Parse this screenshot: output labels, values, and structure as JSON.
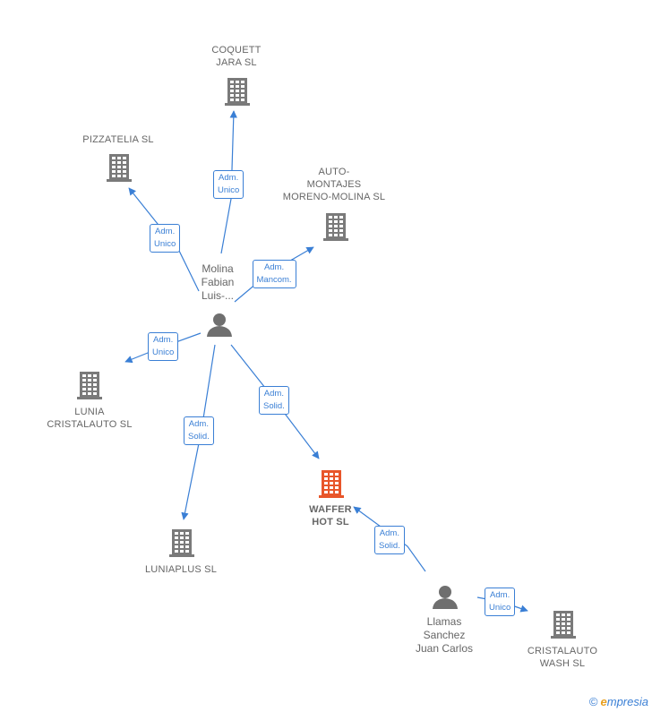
{
  "colors": {
    "edge": "#3a7fd5",
    "company": "#7a7a7a",
    "focus_company": "#e8562a",
    "person": "#6f6f6f",
    "text": "#666666"
  },
  "nodes": [
    {
      "id": "coquett",
      "type": "company",
      "lines": [
        "COQUETT",
        "JARA  SL"
      ],
      "icon": "building-icon"
    },
    {
      "id": "pizzatelia",
      "type": "company",
      "lines": [
        "PIZZATELIA  SL"
      ],
      "icon": "building-icon"
    },
    {
      "id": "automontajes",
      "type": "company",
      "lines": [
        "AUTO-",
        "MONTAJES",
        "MORENO-MOLINA SL"
      ],
      "icon": "building-icon"
    },
    {
      "id": "molina",
      "type": "person",
      "lines": [
        "Molina",
        "Fabian",
        "Luis-..."
      ],
      "icon": "person-icon"
    },
    {
      "id": "lunia",
      "type": "company",
      "lines": [
        "LUNIA",
        "CRISTALAUTO SL"
      ],
      "icon": "building-icon"
    },
    {
      "id": "waffer",
      "type": "focus",
      "lines": [
        "WAFFER",
        "HOT  SL"
      ],
      "icon": "building-icon"
    },
    {
      "id": "luniaplus",
      "type": "company",
      "lines": [
        "LUNIAPLUS  SL"
      ],
      "icon": "building-icon"
    },
    {
      "id": "llamas",
      "type": "person",
      "lines": [
        "Llamas",
        "Sanchez",
        "Juan Carlos"
      ],
      "icon": "person-icon"
    },
    {
      "id": "cristalauto",
      "type": "company",
      "lines": [
        "CRISTALAUTO",
        "WASH  SL"
      ],
      "icon": "building-icon"
    }
  ],
  "edges": [
    {
      "from": "molina",
      "to": "coquett",
      "label": [
        "Adm.",
        "Unico"
      ]
    },
    {
      "from": "molina",
      "to": "pizzatelia",
      "label": [
        "Adm.",
        "Unico"
      ]
    },
    {
      "from": "molina",
      "to": "automontajes",
      "label": [
        "Adm.",
        "Mancom."
      ]
    },
    {
      "from": "molina",
      "to": "lunia",
      "label": [
        "Adm.",
        "Unico"
      ]
    },
    {
      "from": "molina",
      "to": "waffer",
      "label": [
        "Adm.",
        "Solid."
      ]
    },
    {
      "from": "molina",
      "to": "luniaplus",
      "label": [
        "Adm.",
        "Solid."
      ]
    },
    {
      "from": "llamas",
      "to": "waffer",
      "label": [
        "Adm.",
        "Solid."
      ]
    },
    {
      "from": "llamas",
      "to": "cristalauto",
      "label": [
        "Adm.",
        "Unico"
      ]
    }
  ],
  "brand": {
    "copyright": "©",
    "name_first": "e",
    "name_rest": "mpresia"
  }
}
